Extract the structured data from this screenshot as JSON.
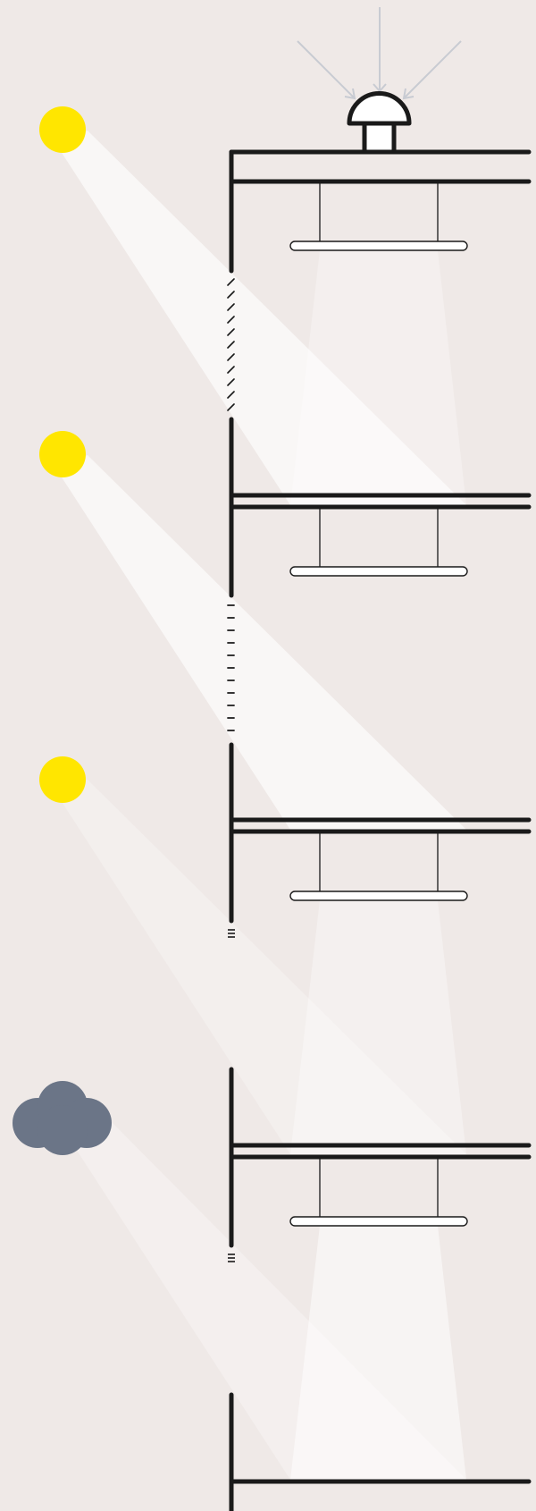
{
  "colors": {
    "background": "#efe9e7",
    "sun": "#ffe600",
    "cloud": "#6b7587",
    "structure": "#1a1a1a",
    "light_beam": "#ffffff",
    "sensor_rays": "#c8cbd2",
    "fixture_fill": "#ffffff"
  },
  "sensor": {
    "icon": "light-sensor-icon",
    "rays": 3
  },
  "scenes": [
    {
      "source": "sun-icon",
      "blind": "angled-slats",
      "fixture_light": "dim"
    },
    {
      "source": "sun-icon",
      "blind": "flat-slats",
      "fixture_light": "off"
    },
    {
      "source": "sun-icon",
      "blind": "raised-blind",
      "fixture_light": "medium"
    },
    {
      "source": "cloud-icon",
      "blind": "raised-blind",
      "fixture_light": "bright"
    }
  ]
}
